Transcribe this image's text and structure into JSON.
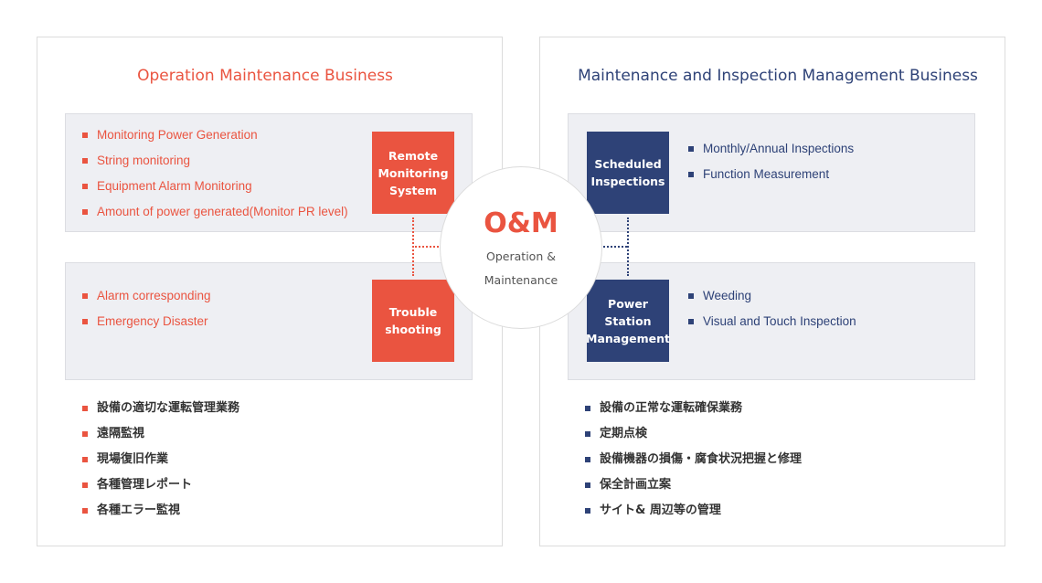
{
  "left": {
    "title": "Operation Maintenance Business",
    "top_items": [
      "Monitoring Power Generation",
      "String monitoring",
      "Equipment Alarm Monitoring",
      "Amount of power generated(Monitor PR level)"
    ],
    "top_box": "Remote Monitoring System",
    "bottom_items": [
      "Alarm corresponding",
      "Emergency Disaster"
    ],
    "bottom_box": "Trouble shooting",
    "jp_items": [
      "設備の適切な運転管理業務",
      "遠隔監視",
      "現場復旧作業",
      "各種管理レポート",
      "各種エラー監視"
    ]
  },
  "right": {
    "title": "Maintenance and Inspection Management Business",
    "top_box": "Scheduled Inspections",
    "top_items": [
      "Monthly/Annual Inspections",
      "Function Measurement"
    ],
    "bottom_box": "Power Station Management",
    "bottom_items": [
      "Weeding",
      "Visual and Touch Inspection"
    ],
    "jp_items": [
      "設備の正常な運転確保業務",
      "定期点検",
      "設備機器の損傷・腐食状況把握と修理",
      "保全計画立案",
      "サイト& 周辺等の管理"
    ]
  },
  "center": {
    "title": "O&M",
    "line1": "Operation &",
    "line2": "Maintenance"
  },
  "colors": {
    "red": "#ea5440",
    "navy": "#2e4277"
  }
}
